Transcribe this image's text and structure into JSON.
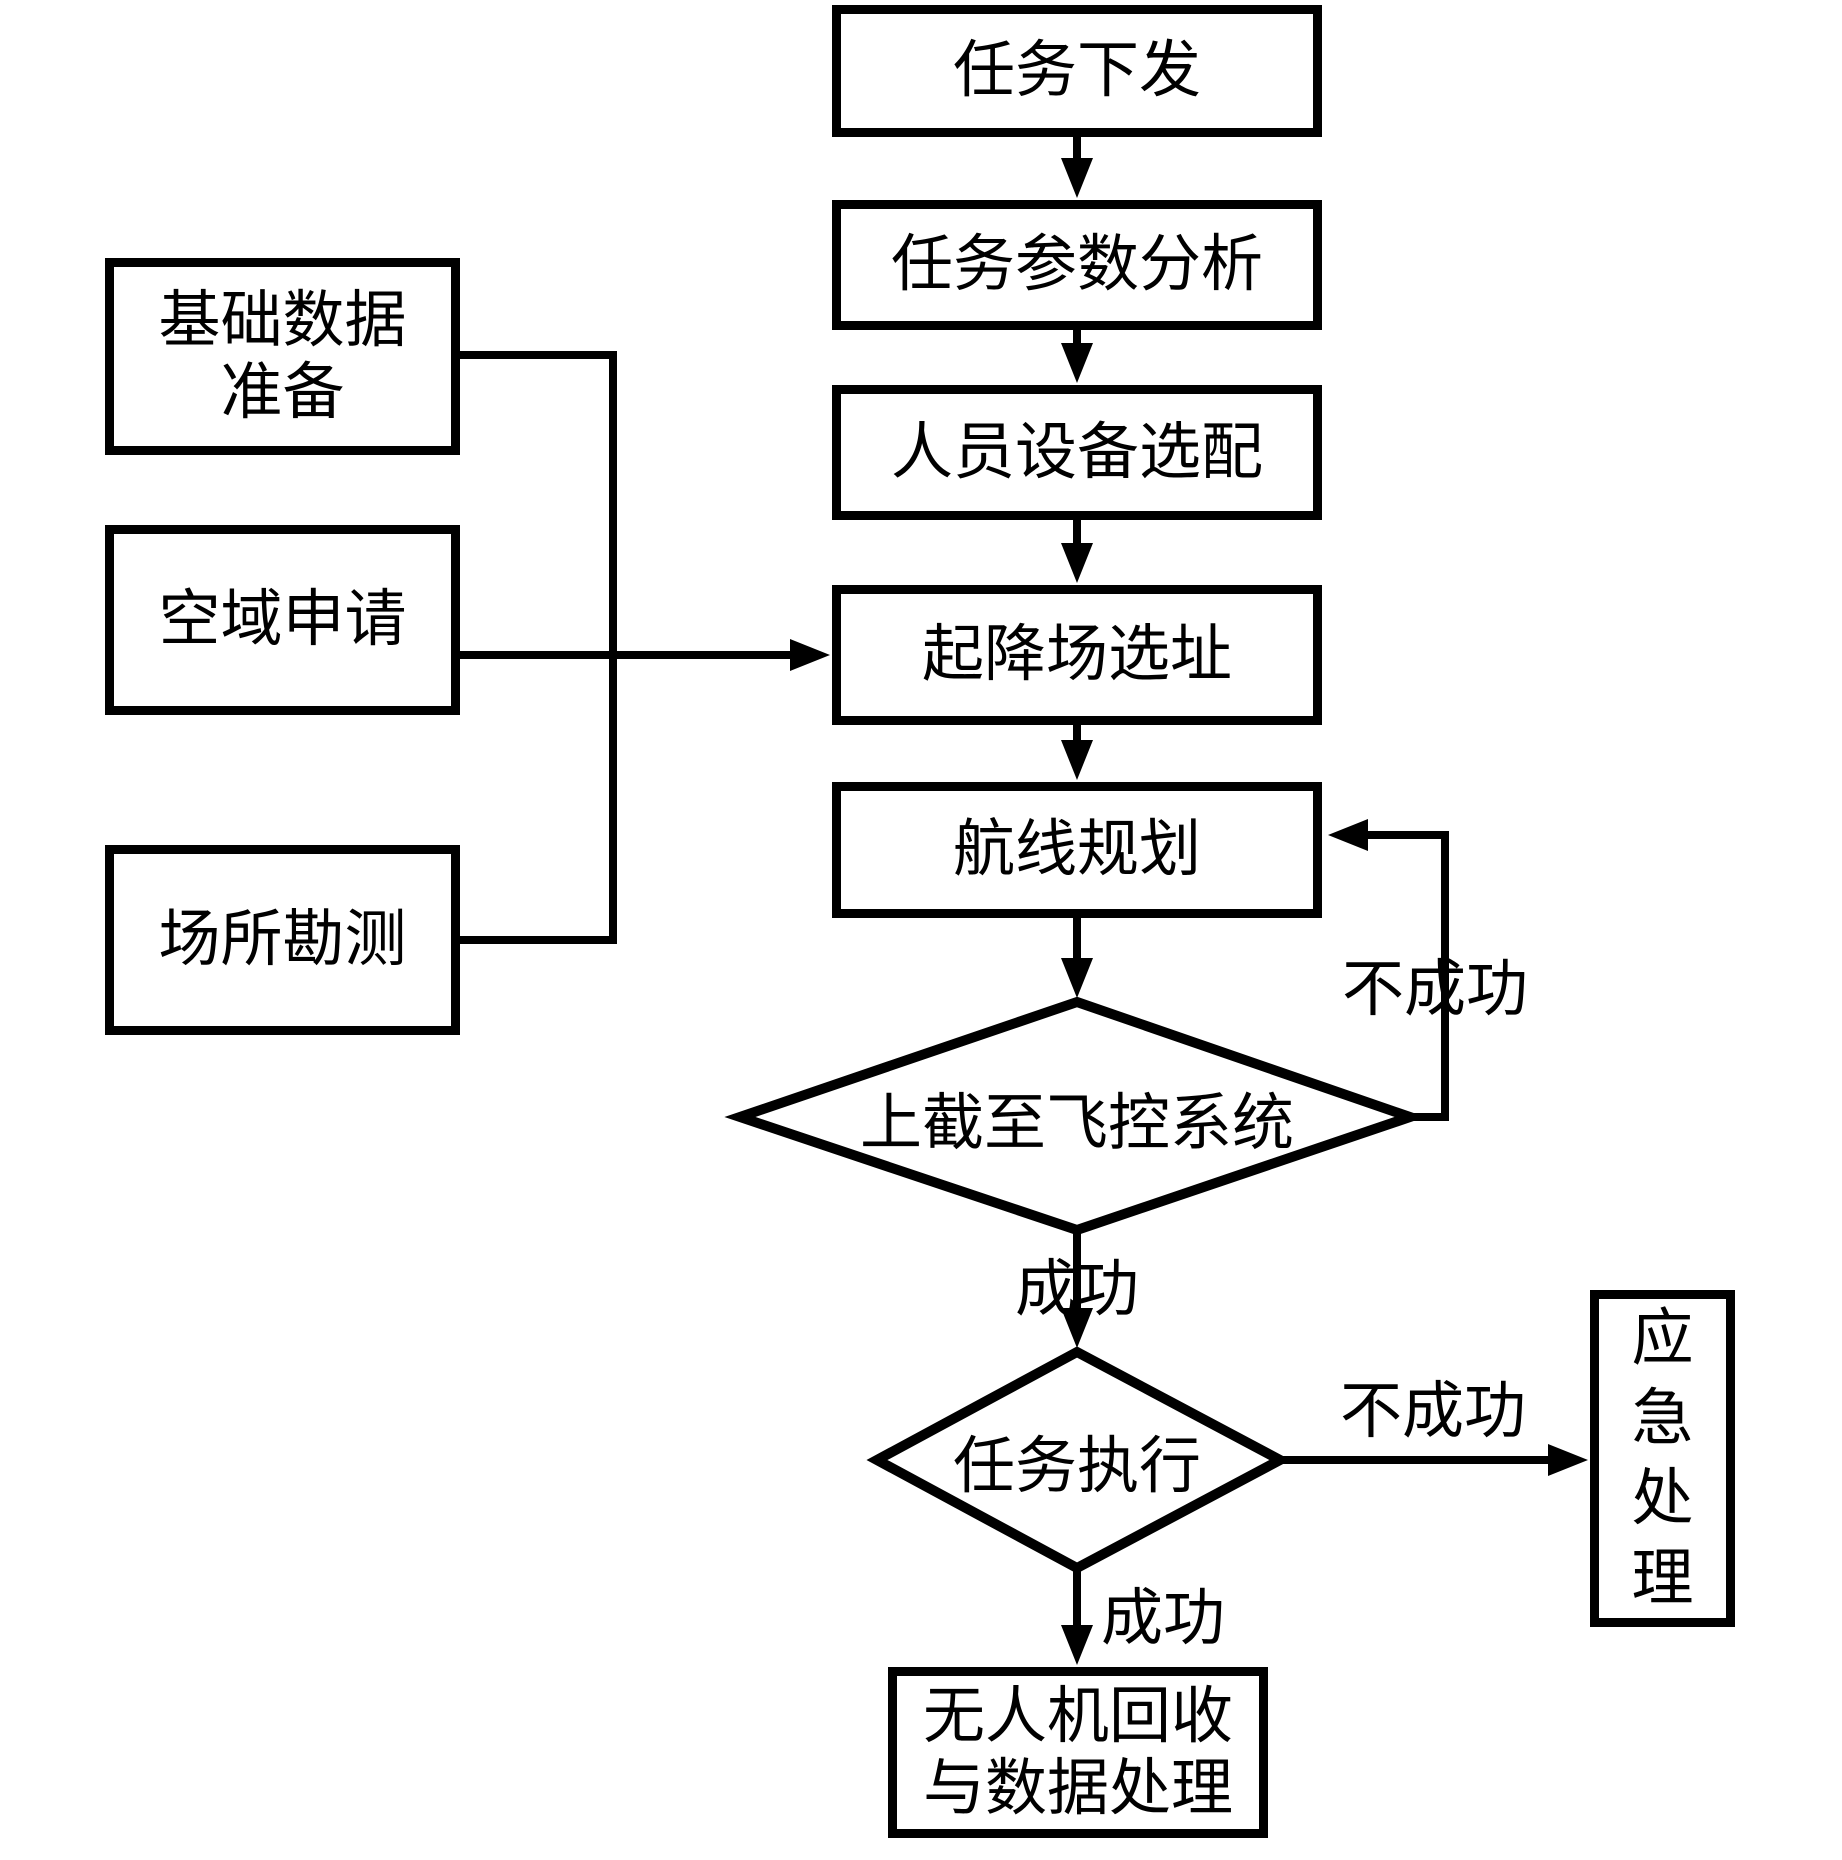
{
  "diagram": {
    "title_hint": "UAV mission workflow flowchart",
    "background_color": "#ffffff",
    "line_color": "#000000",
    "nodes": {
      "task_issue": {
        "label": "任务下发",
        "type": "process"
      },
      "param_analysis": {
        "label": "任务参数分析",
        "type": "process"
      },
      "crew_equipment": {
        "label": "人员设备选配",
        "type": "process"
      },
      "site_selection": {
        "label": "起降场选址",
        "type": "process"
      },
      "route_planning": {
        "label": "航线规划",
        "type": "process"
      },
      "upload_decision": {
        "label": "上截至飞控系统",
        "type": "decision"
      },
      "task_execution": {
        "label": "任务执行",
        "type": "decision"
      },
      "recovery": {
        "label_line1": "无人机回收",
        "label_line2": "与数据处理",
        "type": "process"
      },
      "emergency": {
        "label": "应急处理",
        "type": "process",
        "orientation": "vertical"
      },
      "base_data": {
        "label_line1": "基础数据",
        "label_line2": "准备",
        "type": "process"
      },
      "airspace_request": {
        "label": "空域申请",
        "type": "process"
      },
      "site_survey": {
        "label": "场所勘测",
        "type": "process"
      }
    },
    "edge_labels": {
      "upload_fail": "不成功",
      "upload_success": "成功",
      "execution_fail": "不成功",
      "execution_success": "成功"
    }
  }
}
